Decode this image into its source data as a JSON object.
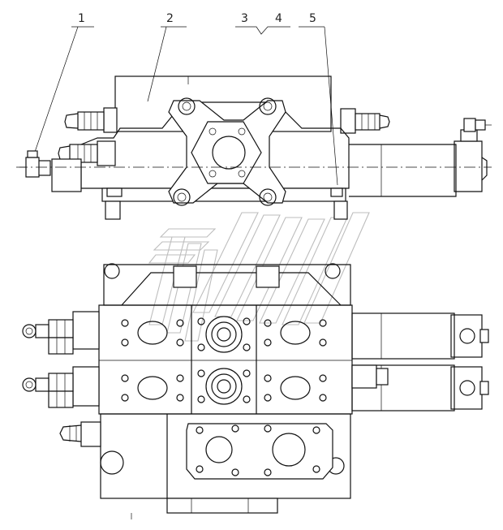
{
  "callouts": [
    {
      "id": "1",
      "label": "1"
    },
    {
      "id": "2",
      "label": "2"
    },
    {
      "id": "3",
      "label": "3"
    },
    {
      "id": "4",
      "label": "4"
    },
    {
      "id": "5",
      "label": "5"
    }
  ],
  "icons": {
    "watermark": "brand-watermark-icon"
  }
}
